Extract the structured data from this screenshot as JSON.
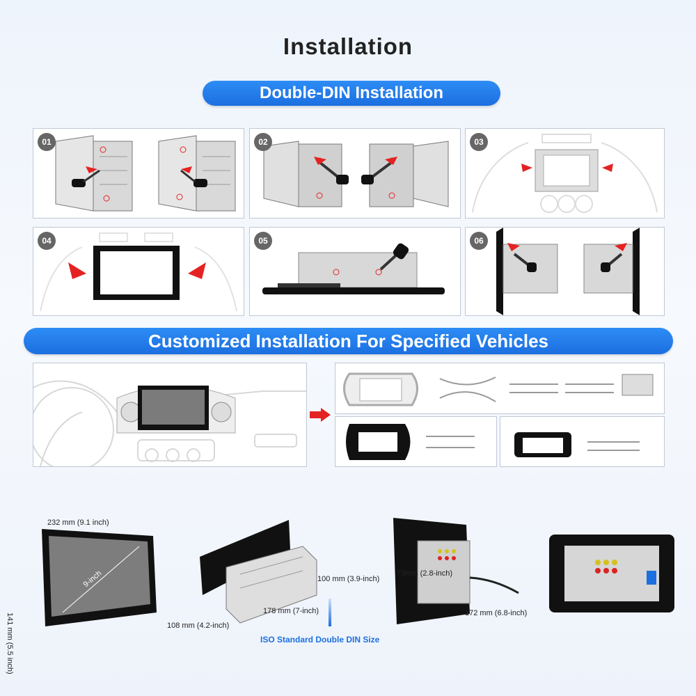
{
  "title": "Installation",
  "section1_title": "Double-DIN Installation",
  "steps": [
    "01",
    "02",
    "03",
    "04",
    "05",
    "06"
  ],
  "section2_title": "Customized Installation For Specified Vehicles",
  "dimensions": {
    "width": "232 mm (9.1 inch)",
    "height": "141 mm (5.5 inch)",
    "diagonal": "9-inch",
    "depth": "100 mm (3.9-inch)",
    "din_width": "178 mm (7-inch)",
    "din_height": "108 mm (4.2-inch)",
    "iso": "ISO Standard Double DIN Size",
    "rear_height": "73mm (2.8-inch)",
    "rear_depth": "172 mm (6.8-inch)"
  },
  "colors": {
    "accent": "#1c6fe0",
    "arrow": "#e52222"
  }
}
